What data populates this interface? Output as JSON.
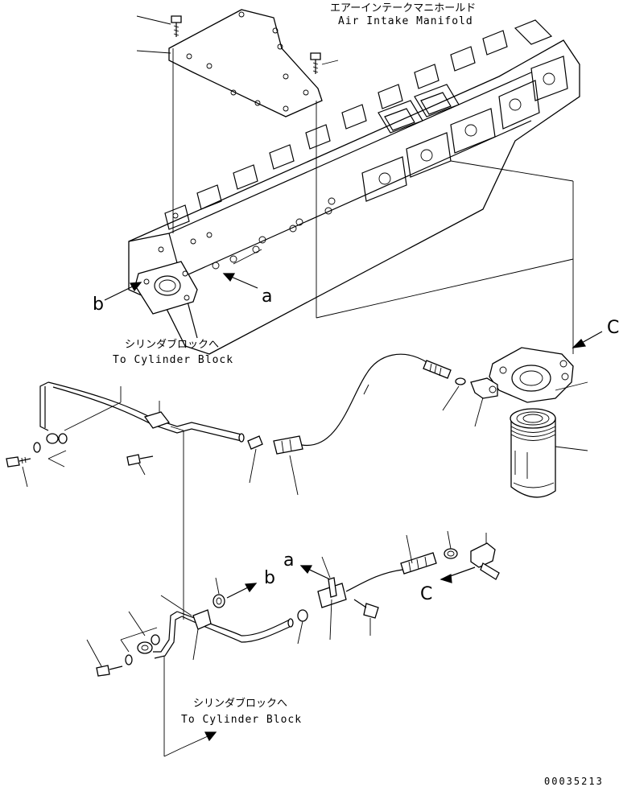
{
  "labels": {
    "manifold_jp": "エアーインテークマニホールド",
    "manifold_en": "Air Intake Manifold",
    "to_cyl_1_jp": "シリンダブロックへ",
    "to_cyl_1_en": "To Cylinder Block",
    "to_cyl_2_jp": "シリンダブロックへ",
    "to_cyl_2_en": "To Cylinder Block",
    "ref_a_1": "a",
    "ref_b_1": "b",
    "ref_c_1": "C",
    "ref_a_2": "a",
    "ref_b_2": "b",
    "ref_c_2": "C",
    "drawing_no": "00035213"
  }
}
